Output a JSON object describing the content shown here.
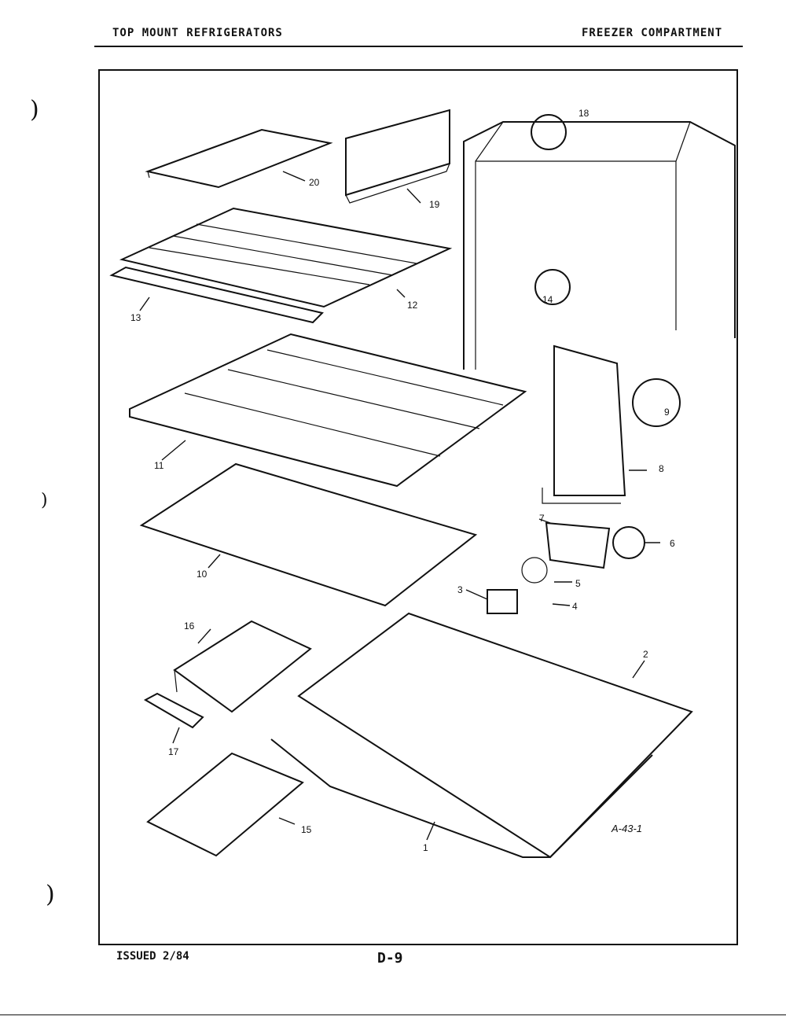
{
  "header": {
    "left_title": "TOP MOUNT REFRIGERATORS",
    "right_title": "FREEZER COMPARTMENT"
  },
  "footer": {
    "issued": "ISSUED 2/84",
    "page": "D-9"
  },
  "diagram": {
    "reference_code": "A-43-1",
    "callouts": [
      "20",
      "19",
      "18",
      "12",
      "13",
      "14",
      "11",
      "9",
      "8",
      "10",
      "7",
      "6",
      "5",
      "3",
      "4",
      "16",
      "2",
      "17",
      "15",
      "1"
    ]
  }
}
